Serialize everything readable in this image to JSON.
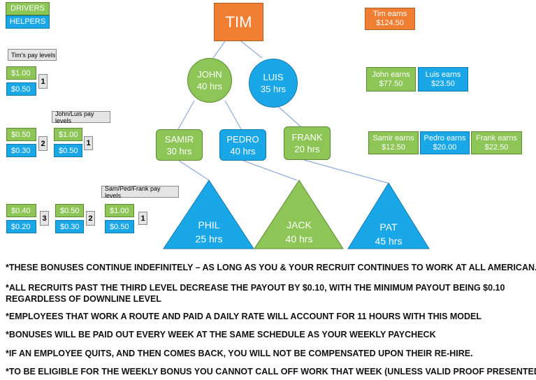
{
  "legend": {
    "drivers": "DRIVERS",
    "helpers": "HELPERS"
  },
  "colors": {
    "driver": "#8dc556",
    "helper": "#1aa7e8",
    "top": "#f07f33",
    "connector": "#8eaadb"
  },
  "tree": {
    "root": {
      "name": "TIM"
    },
    "level1": [
      {
        "name": "JOHN",
        "hours": "40 hrs"
      },
      {
        "name": "LUIS",
        "hours": "35 hrs"
      }
    ],
    "level2": [
      {
        "name": "SAMIR",
        "hours": "30 hrs"
      },
      {
        "name": "PEDRO",
        "hours": "40 hrs"
      },
      {
        "name": "FRANK",
        "hours": "20 hrs"
      }
    ],
    "level3": [
      {
        "name": "PHIL",
        "hours": "25 hrs"
      },
      {
        "name": "JACK",
        "hours": "40 hrs"
      },
      {
        "name": "PAT",
        "hours": "45 hrs"
      }
    ]
  },
  "earnings": {
    "tim": {
      "label": "Tim earns",
      "amount": "$124.50"
    },
    "john": {
      "label": "John earns",
      "amount": "$77.50"
    },
    "luis": {
      "label": "Luis earns",
      "amount": "$23.50"
    },
    "samir": {
      "label": "Samir earns",
      "amount": "$12.50"
    },
    "pedro": {
      "label": "Pedro earns",
      "amount": "$20.00"
    },
    "frank": {
      "label": "Frank earns",
      "amount": "$22.50"
    }
  },
  "pay_levels": {
    "tim": {
      "title": "Tim's pay levels",
      "groups": [
        {
          "driver": "$1.00",
          "helper": "$0.50",
          "level": "1"
        }
      ]
    },
    "john_luis": {
      "title": "John/Luis pay levels",
      "groups": [
        {
          "driver": "$0.50",
          "helper": "$0.30",
          "level": "2"
        },
        {
          "driver": "$1.00",
          "helper": "$0.50",
          "level": "1"
        }
      ]
    },
    "sam_ped_frank": {
      "title": "Sam/Ped/Frank pay levels",
      "groups": [
        {
          "driver": "$0.40",
          "helper": "$0.20",
          "level": "3"
        },
        {
          "driver": "$0.50",
          "helper": "$0.30",
          "level": "2"
        },
        {
          "driver": "$1.00",
          "helper": "$0.50",
          "level": "1"
        }
      ]
    }
  },
  "notes": [
    "*THESE BONUSES CONTINUE INDEFINITELY – AS LONG AS YOU & YOUR RECRUIT CONTINUES TO WORK AT ALL AMERICAN.",
    "*ALL RECRUITS PAST THE THIRD LEVEL DECREASE THE PAYOUT BY $0.10, WITH THE MINIMUM PAYOUT BEING $0.10",
    "REGARDLESS OF DOWNLINE LEVEL",
    "*EMPLOYEES THAT WORK A ROUTE AND PAID A DAILY RATE WILL ACCOUNT FOR 11 HOURS WITH THIS MODEL",
    "*BONUSES WILL BE PAID OUT EVERY WEEK AT THE SAME SCHEDULE AS YOUR WEEKLY PAYCHECK",
    "*IF AN EMPLOYEE QUITS, AND THEN COMES BACK, YOU WILL NOT BE COMPENSATED UPON THEIR RE-HIRE.",
    "*TO BE ELIGIBLE FOR THE WEEKLY BONUS YOU CANNOT CALL OFF WORK THAT WEEK (UNLESS VALID PROOF PRESENTED)"
  ]
}
